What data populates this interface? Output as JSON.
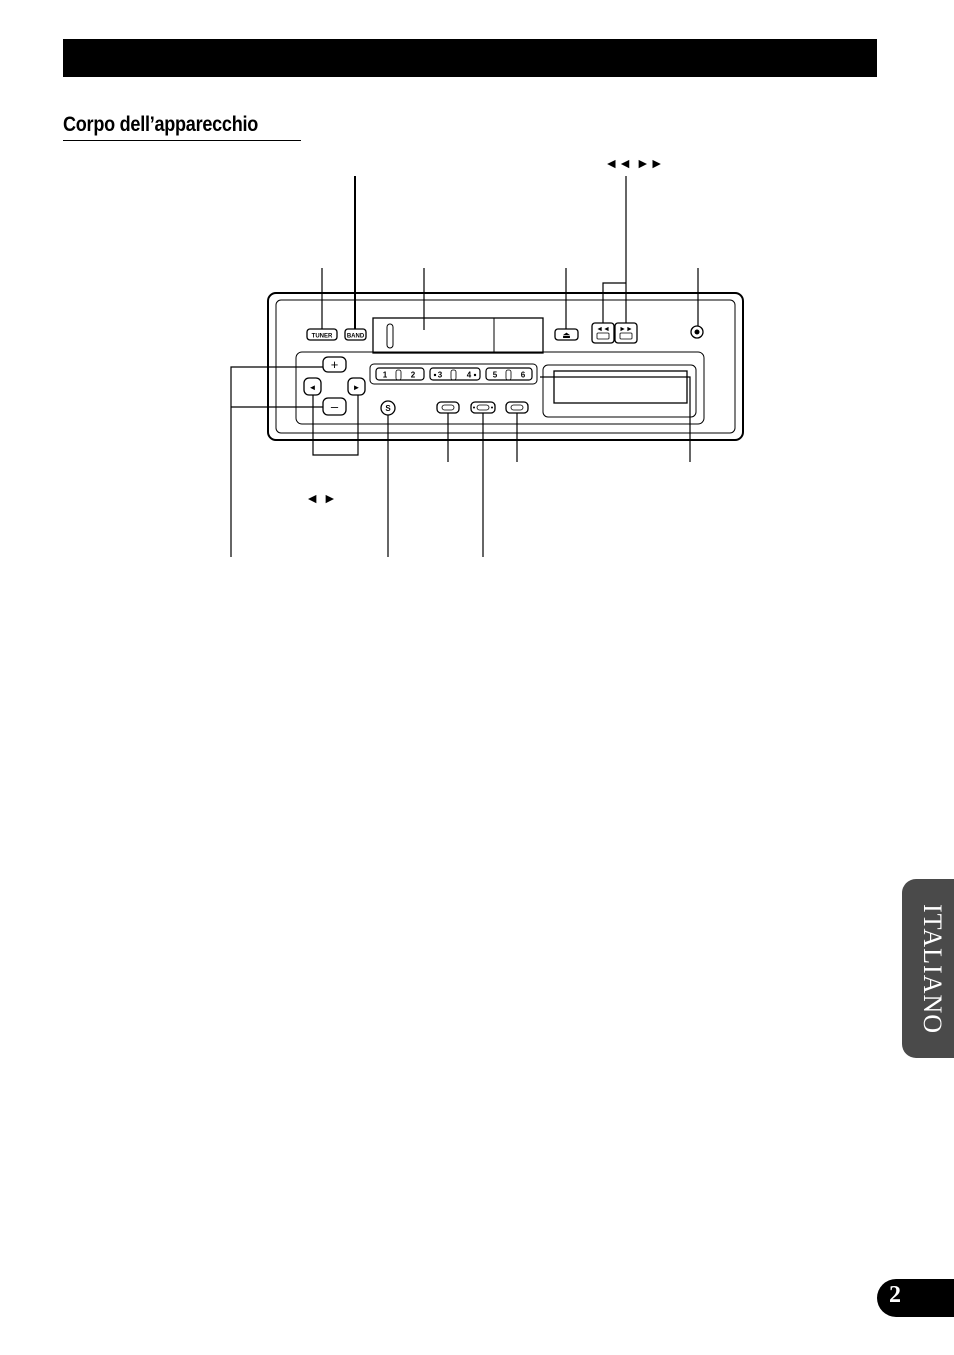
{
  "section": {
    "title": "Corpo dell’apparecchio"
  },
  "diagram": {
    "callouts": {
      "cassette_ff_rew": "◄◄ ►►",
      "cursor_left_right": "◄ ►"
    },
    "buttons": {
      "tuner": "TUNER",
      "band": "BAND",
      "eject": "⏏",
      "rew": "◄◄",
      "ff": "►►",
      "volume_up": "+",
      "volume_down": "–",
      "left": "◄",
      "right": "►",
      "s": "S",
      "preset_1": "1",
      "preset_2": "2",
      "preset_3": "3",
      "preset_4": "4",
      "preset_5": "5",
      "preset_6": "6"
    }
  },
  "side_tab": {
    "label": "ITALIANO"
  },
  "page": {
    "number": "2"
  },
  "colors": {
    "header_bar": "#000000",
    "side_tab": "#4a4a4a"
  }
}
